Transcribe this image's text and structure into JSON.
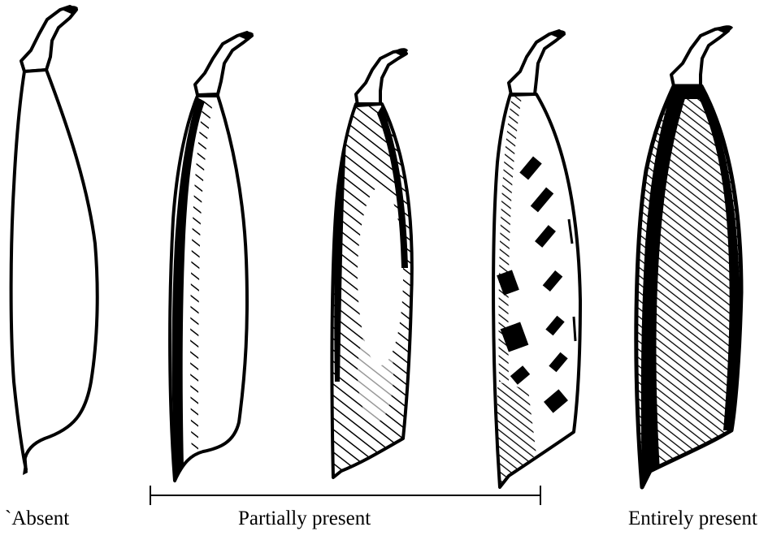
{
  "labels": {
    "absent": "`Absent",
    "partially_present": "Partially present",
    "entirely_present": "Entirely present"
  },
  "pods": [
    {
      "id": "pod-1",
      "pigmentation": "absent"
    },
    {
      "id": "pod-2",
      "pigmentation": "partial-margin"
    },
    {
      "id": "pod-3",
      "pigmentation": "partial-edges"
    },
    {
      "id": "pod-4",
      "pigmentation": "partial-patches"
    },
    {
      "id": "pod-5",
      "pigmentation": "entire"
    }
  ],
  "colors": {
    "ink": "#000000",
    "paper": "#ffffff"
  }
}
